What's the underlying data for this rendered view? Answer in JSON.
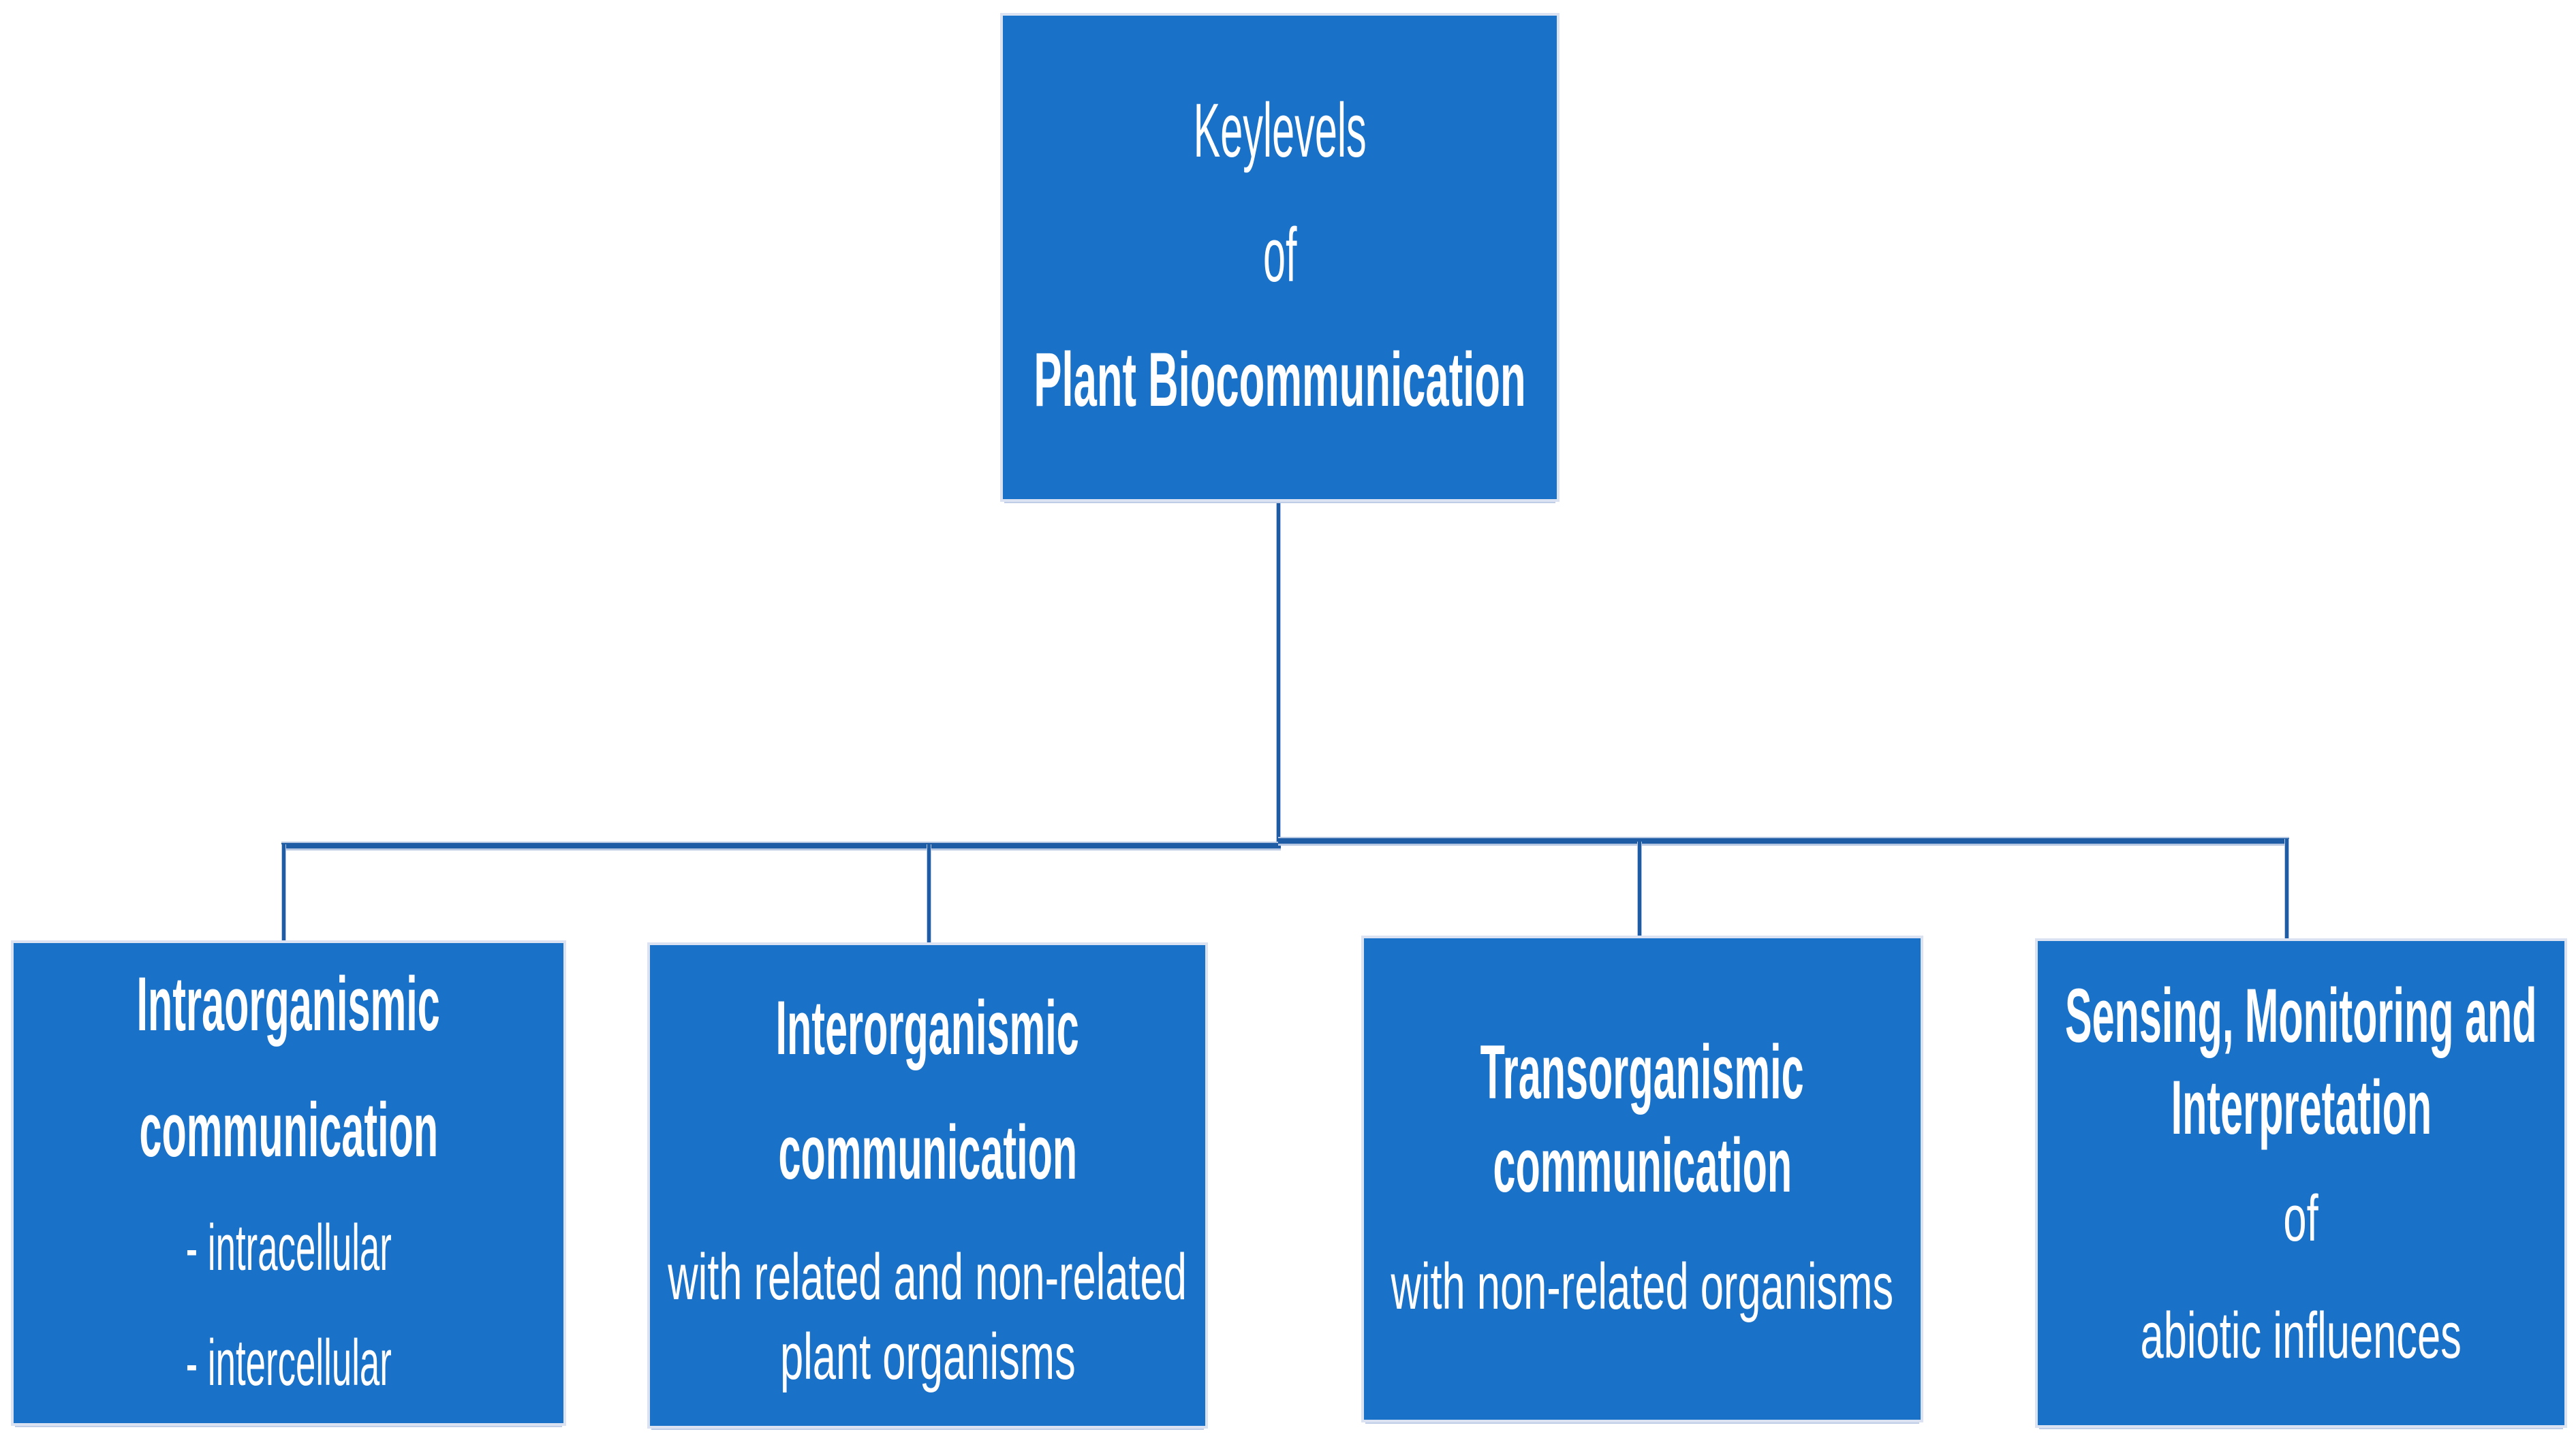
{
  "diagram_title": "Keylevels of Plant Biocommunication",
  "root_box": {
    "line1": "Keylevels",
    "line2": "of",
    "line3": "Plant Biocommunication"
  },
  "box_intraorganismic": {
    "title1": "Intraorganismic",
    "title2": "communication",
    "item1": "- intracellular",
    "item2": "- intercellular"
  },
  "box_interorganismic": {
    "title1": "Interorganismic",
    "title2": "communication",
    "body1": "with related and non-related",
    "body2": "plant organisms"
  },
  "box_transorganismic": {
    "title1": "Transorganismic",
    "title2": "communication",
    "body1": "with non-related organisms"
  },
  "box_sensing": {
    "title1": "Sensing, Monitoring and",
    "title2": "Interpretation",
    "body1": "of",
    "body2": "abiotic influences"
  },
  "colors": {
    "box_fill": "#1971c8",
    "connector_core": "#1e5ca6",
    "connector_halo": "#b9c8e2",
    "text_color": "#ffffff",
    "page_bg": "#ffffff"
  }
}
